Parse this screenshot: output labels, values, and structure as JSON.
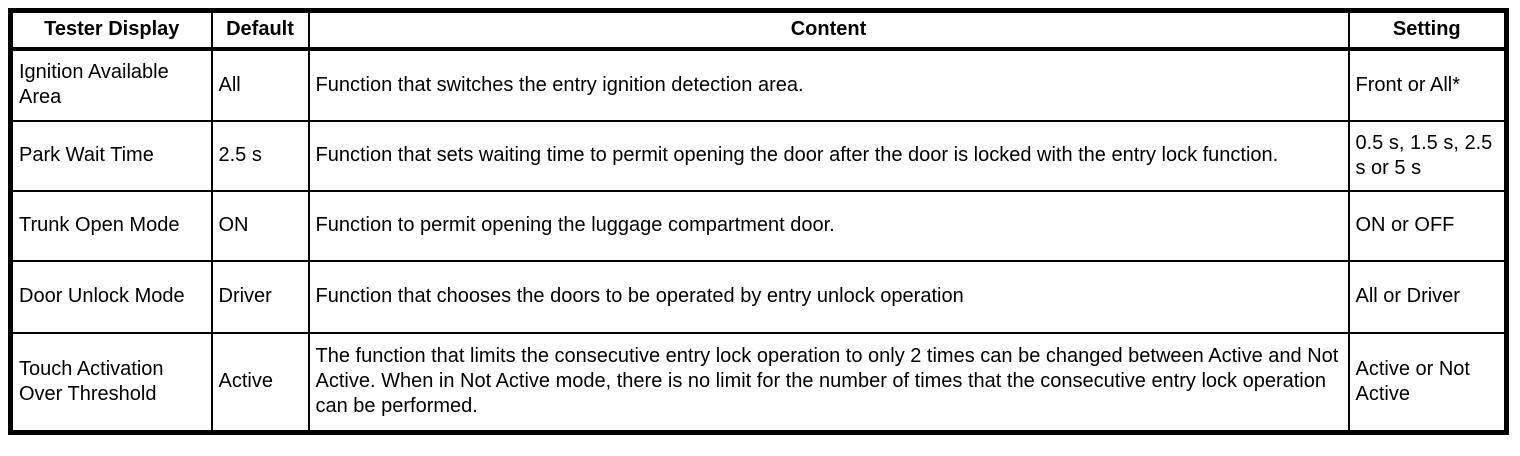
{
  "table": {
    "columns": {
      "tester_display": "Tester Display",
      "default": "Default",
      "content": "Content",
      "setting": "Setting"
    },
    "rows": [
      {
        "tester_display": "Ignition Available Area",
        "default": "All",
        "content": "Function that switches the entry ignition detection area.",
        "setting": "Front or All*"
      },
      {
        "tester_display": "Park Wait Time",
        "default": "2.5 s",
        "content": "Function that sets waiting time to permit opening the door after the door is locked with the entry lock function.",
        "setting": "0.5 s, 1.5 s, 2.5 s or 5 s"
      },
      {
        "tester_display": "Trunk Open Mode",
        "default": "ON",
        "content": "Function to permit opening the luggage compartment door.",
        "setting": "ON or OFF"
      },
      {
        "tester_display": "Door Unlock Mode",
        "default": "Driver",
        "content": "Function that chooses the doors to be operated by entry unlock operation",
        "setting": "All or Driver"
      },
      {
        "tester_display": "Touch Activation Over Threshold",
        "default": "Active",
        "content": "The function that limits the consecutive entry lock operation to only 2 times can be changed between Active and Not Active. When in Not Active mode, there is no limit for the number of times that the consecutive entry lock operation can be performed.",
        "setting": "Active or Not Active"
      }
    ],
    "border_color": "#000000",
    "text_color": "#000000",
    "background_color": "#ffffff"
  }
}
